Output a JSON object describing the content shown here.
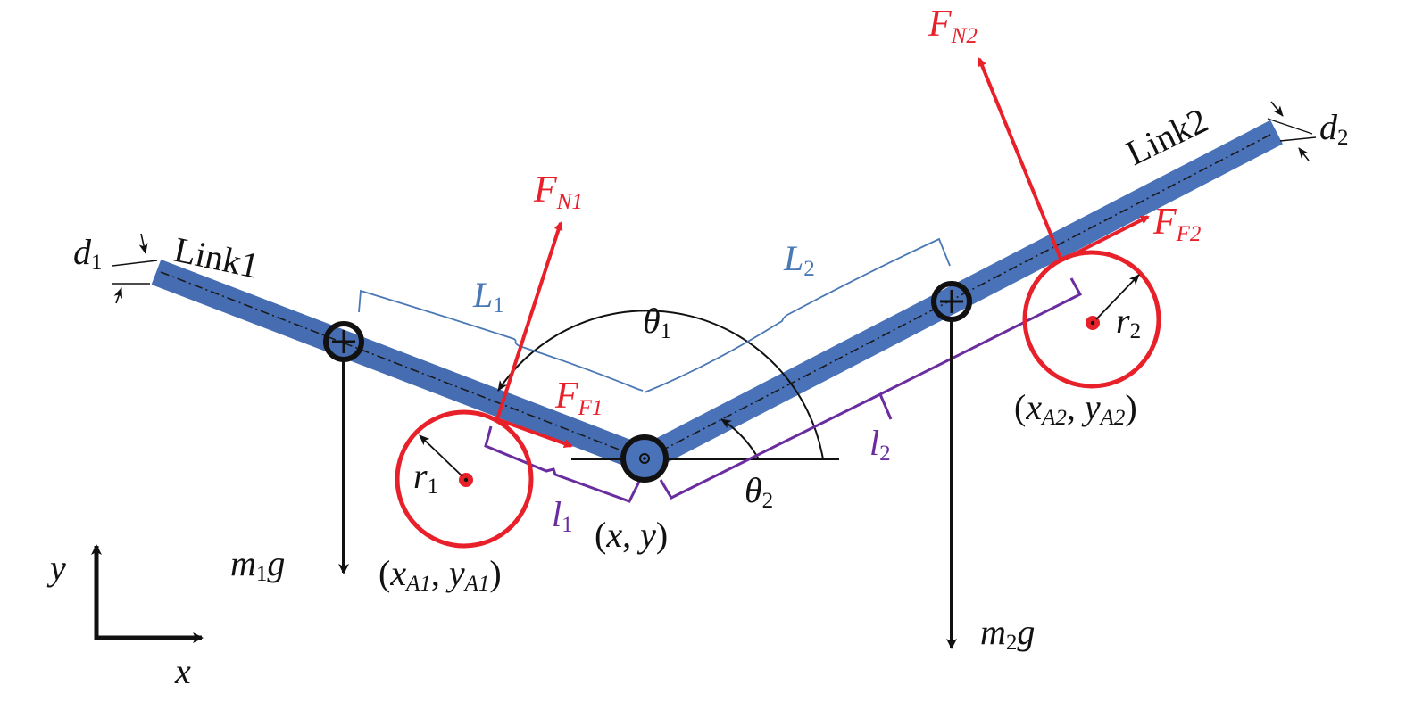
{
  "links": {
    "link1": "Link1",
    "link2": "Link2"
  },
  "widths": {
    "d1": {
      "base": "d",
      "sub": "1"
    },
    "d2": {
      "base": "d",
      "sub": "2"
    }
  },
  "lengths": {
    "L1": {
      "base": "L",
      "sub": "1"
    },
    "L2": {
      "base": "L",
      "sub": "2"
    },
    "l1": {
      "base": "l",
      "sub": "1"
    },
    "l2": {
      "base": "l",
      "sub": "2"
    }
  },
  "angles": {
    "theta1": {
      "base": "θ",
      "sub": "1"
    },
    "theta2": {
      "base": "θ",
      "sub": "2"
    }
  },
  "forces": {
    "FN1": {
      "base": "F",
      "sub": "N1"
    },
    "FN2": {
      "base": "F",
      "sub": "N2"
    },
    "FF1": {
      "base": "F",
      "sub": "F1"
    },
    "FF2": {
      "base": "F",
      "sub": "F2"
    }
  },
  "weights": {
    "m1g": {
      "pre": "m",
      "sub": "1",
      "post": "g"
    },
    "m2g": {
      "pre": "m",
      "sub": "2",
      "post": "g"
    }
  },
  "radii": {
    "r1": {
      "base": "r",
      "sub": "1"
    },
    "r2": {
      "base": "r",
      "sub": "2"
    }
  },
  "coords": {
    "joint": {
      "open": "(",
      "x": "x",
      "comma": ", ",
      "y": "y",
      "close": ")"
    },
    "A1": {
      "open": "(",
      "x": "x",
      "xsub": "A1",
      "comma": ", ",
      "y": "y",
      "ysub": "A1",
      "close": ")"
    },
    "A2": {
      "open": "(",
      "x": "x",
      "xsub": "A2",
      "comma": ", ",
      "y": "y",
      "ysub": "A2",
      "close": ")"
    }
  },
  "axes": {
    "x": "x",
    "y": "y"
  },
  "colors": {
    "link": "#4a72b8",
    "force": "#e8202a",
    "dim_blue": "#4a78b5",
    "dim_purple": "#6a2da0",
    "ink": "#111111"
  }
}
